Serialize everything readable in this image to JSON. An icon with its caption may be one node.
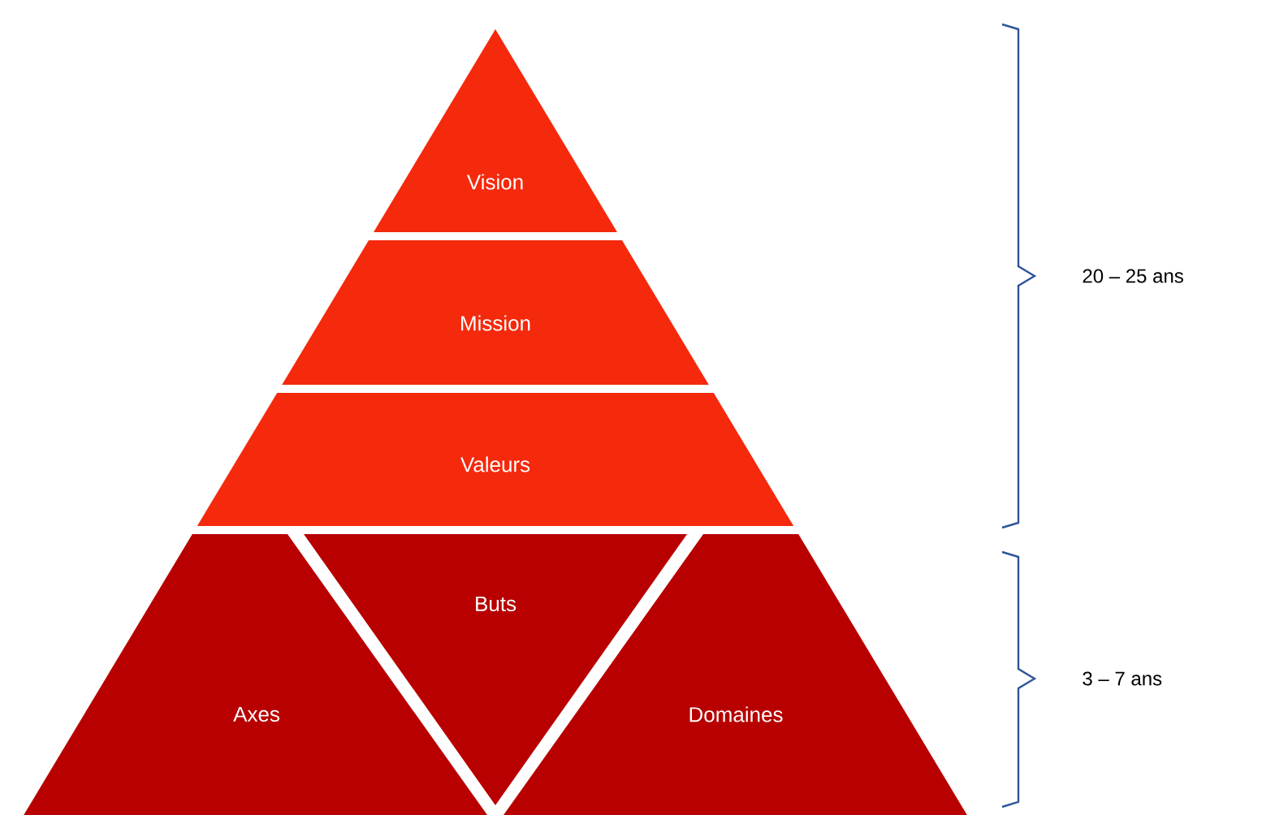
{
  "diagram": {
    "nodes": [
      {
        "text": [
          "Vision"
        ]
      },
      {
        "text": [
          "Mission"
        ]
      },
      {
        "text": [
          "Valeurs"
        ]
      },
      {
        "text": [
          "Axes"
        ]
      },
      {
        "text": [
          "Buts"
        ]
      },
      {
        "text": [
          "Domaines"
        ]
      }
    ],
    "labels": [
      "20 – 25 ans",
      "3 – 7 ans"
    ]
  }
}
